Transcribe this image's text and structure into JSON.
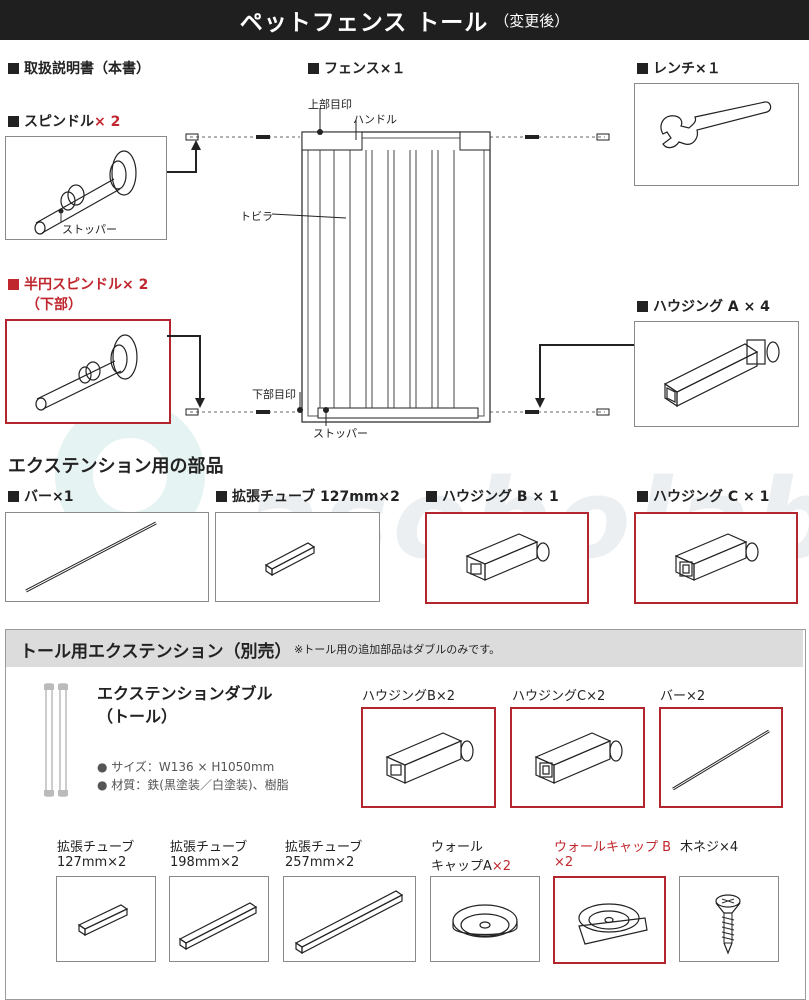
{
  "header": {
    "title": "ペットフェンス トール",
    "subtitle": "（変更後）"
  },
  "parts": {
    "manual": "取扱説明書（本書）",
    "fence": "フェンス×１",
    "wrench": "レンチ×１",
    "spindle_name": "スピンドル",
    "spindle_qty": "× 2",
    "stopper": "ストッパー",
    "half_spindle": "半円スピンドル× 2",
    "half_spindle_note": "（下部）",
    "housing_a": "ハウジング A × 4"
  },
  "fence_diagram": {
    "top_mark": "上部目印",
    "handle": "ハンドル",
    "door": "トビラ",
    "bottom_mark": "下部目印",
    "stopper": "ストッパー"
  },
  "extension": {
    "title": "エクステンション用の部品",
    "bar": "バー×1",
    "tube": "拡張チューブ 127mm×2",
    "housing_b": "ハウジング B × 1",
    "housing_c": "ハウジング C × 1"
  },
  "tall_ext": {
    "title": "トール用エクステンション（別売）",
    "note": "※トール用の追加部品はダブルのみです。",
    "product_line1": "エクステンションダブル",
    "product_line2": "（トール）",
    "size": "● サイズ：W136 × H1050mm",
    "material": "● 材質：鉄(黒塗装／白塗装)、樹脂",
    "housing_b": "ハウジングB×2",
    "housing_c": "ハウジングC×2",
    "bar": "バー×2",
    "tube1_line1": "拡張チューブ",
    "tube1_line2": "127mm×2",
    "tube2_line1": "拡張チューブ",
    "tube2_line2": "198mm×2",
    "tube3_line1": "拡張チューブ",
    "tube3_line2": "257mm×2",
    "cap_a_line1": "ウォール",
    "cap_a_line2": "キャップA",
    "cap_a_qty": "×2",
    "cap_b_line1": "ウォールキャップ B",
    "cap_b_line2": "×2",
    "screw": "木ネジ×4"
  },
  "watermark": "asobolabo",
  "colors": {
    "accent_red": "#c0262d",
    "header_bg": "#1f1f1f",
    "panel_head": "#dcdcdc"
  }
}
